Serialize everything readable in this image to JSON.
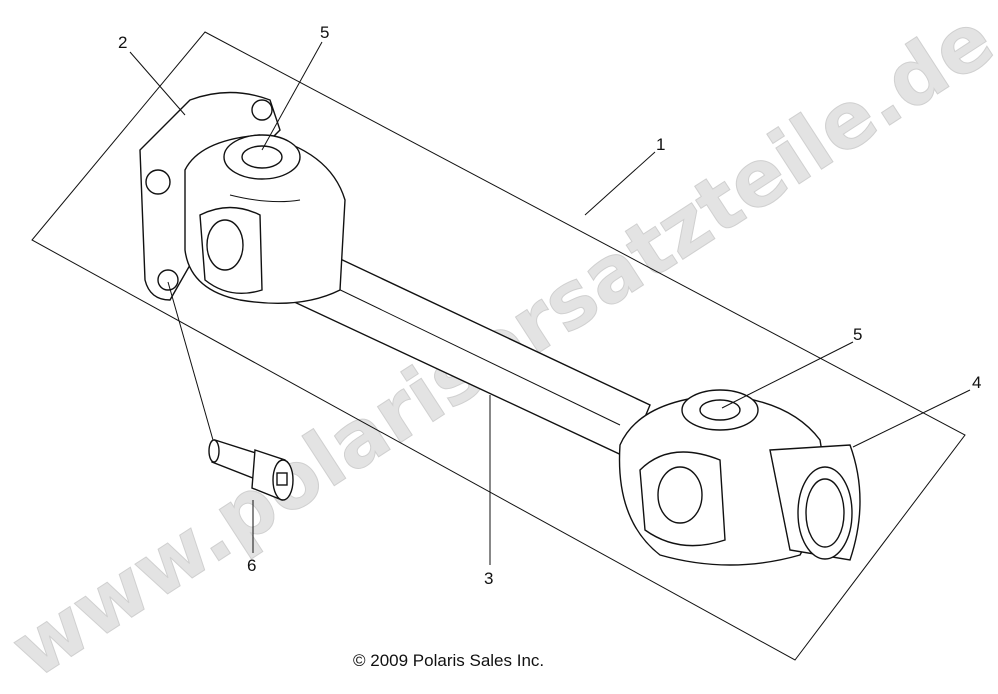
{
  "watermark": "www.polarisersatzteile.de",
  "callouts": {
    "c1": "1",
    "c2": "2",
    "c3": "3",
    "c4": "4",
    "c5a": "5",
    "c5b": "5",
    "c6": "6"
  },
  "copyright": "© 2009 Polaris Sales Inc."
}
